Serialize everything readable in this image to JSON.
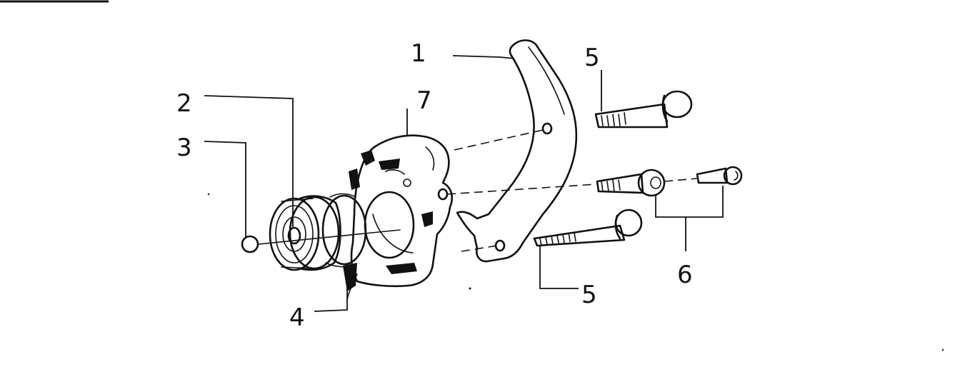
{
  "callouts": {
    "c1": "1",
    "c2": "2",
    "c3": "3",
    "c4": "4",
    "c5a": "5",
    "c5b": "5",
    "c6": "6",
    "c7": "7"
  }
}
